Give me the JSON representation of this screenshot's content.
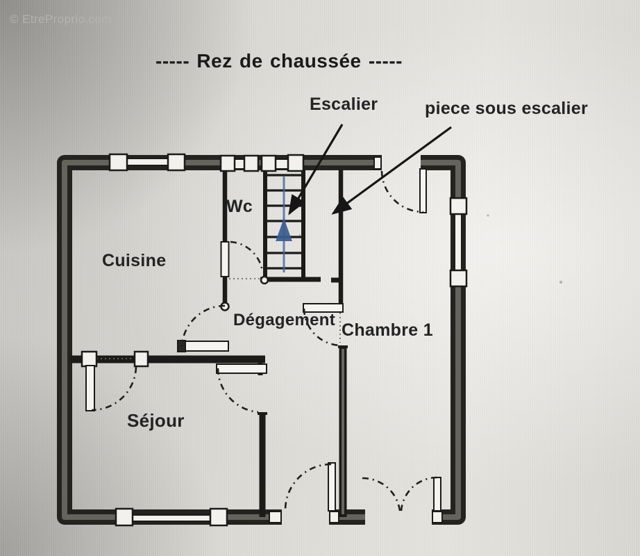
{
  "watermark": {
    "text": "© EtreProprio.com"
  },
  "title": {
    "text": "-----  Rez de chaussée  -----"
  },
  "annotations": {
    "escalier": "Escalier",
    "piece_sous_escalier": "piece sous escalier"
  },
  "rooms": {
    "wc": "Wc",
    "cuisine": "Cuisine",
    "degagement": "Dégagement",
    "chambre_1": "Chambre 1",
    "sejour": "Séjour"
  },
  "legend": {
    "stair_direction": "up"
  },
  "colors": {
    "wall": "#24231f",
    "wall_core": "#64635c",
    "window_fill": "#f2f1ee",
    "stair_arrow_blue": "#3f6096",
    "annotation": "#161616",
    "label_text": "#232325",
    "watermark": "#b7b5b1",
    "paper": "#dcdad5"
  }
}
